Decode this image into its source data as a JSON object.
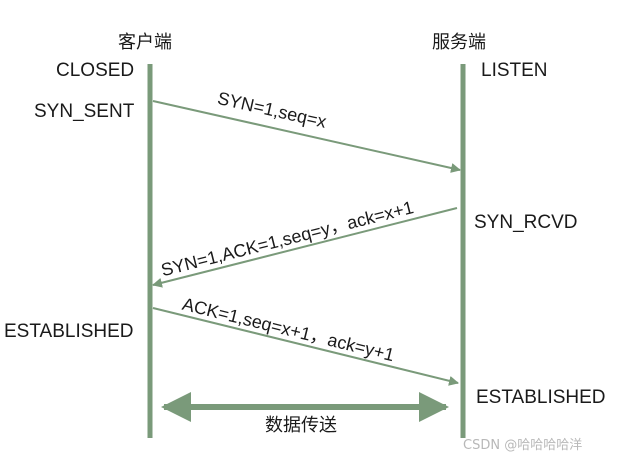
{
  "client": {
    "title": "客户端",
    "states": [
      "CLOSED",
      "SYN_SENT",
      "ESTABLISHED"
    ]
  },
  "server": {
    "title": "服务端",
    "states": [
      "LISTEN",
      "SYN_RCVD",
      "ESTABLISHED"
    ]
  },
  "messages": [
    {
      "label": "SYN=1,seq=x",
      "direction": "client-to-server"
    },
    {
      "label": "SYN=1,ACK=1,seq=y，ack=x+1",
      "direction": "server-to-client"
    },
    {
      "label": "ACK=1,seq=x+1，ack=y+1",
      "direction": "client-to-server"
    }
  ],
  "data_transfer": {
    "label": "数据传送"
  },
  "watermark": "CSDN @哈哈哈哈洋",
  "colors": {
    "lifeline": "#7a9a7a",
    "arrow": "#7a9a7a",
    "text": "#1a1a1a",
    "watermark": "#b8b8b8"
  }
}
